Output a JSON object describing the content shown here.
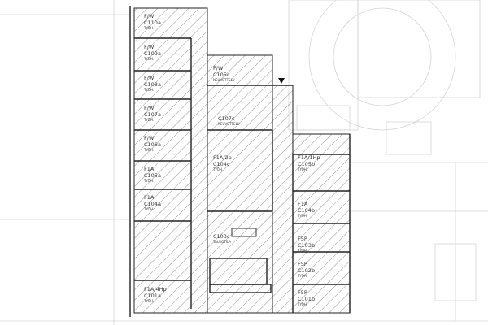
{
  "colors": {
    "line": "#222222",
    "hatch": "#555555",
    "background_lines": "#d4d4d4"
  },
  "marker": "triangle-down-marker",
  "rooms": [
    {
      "type": "F/W",
      "id": "C110a",
      "use": "TYÖH."
    },
    {
      "type": "F/W",
      "id": "C109a",
      "use": "TYÖH."
    },
    {
      "type": "F/W",
      "id": "C108a",
      "use": "TYÖH."
    },
    {
      "type": "F/W",
      "id": "C107a",
      "use": "TYÖH."
    },
    {
      "type": "F/W",
      "id": "C106a",
      "use": "TYÖH."
    },
    {
      "type": "F1A",
      "id": "C105a",
      "use": "TYÖH."
    },
    {
      "type": "F1A",
      "id": "C104a",
      "use": "TYÖH."
    },
    {
      "type": "F1A/4Hp",
      "id": "C101a",
      "use": "TYÖH."
    },
    {
      "type": "F/W",
      "id": "C105c",
      "use": "NEUVOTTELU"
    },
    {
      "type": "",
      "id": "C107c",
      "use": "NEUVOTTELU"
    },
    {
      "type": "F1A/2p",
      "id": "C104c",
      "use": "TYÖH."
    },
    {
      "type": "",
      "id": "C103c",
      "use": "TAUKOTILA"
    },
    {
      "type": "F1A/1Hp",
      "id": "C105b",
      "use": "TYÖH."
    },
    {
      "type": "F1A",
      "id": "C104b",
      "use": "TYÖH."
    },
    {
      "type": "F5P",
      "id": "C103b",
      "use": "TYÖH."
    },
    {
      "type": "F5P",
      "id": "C102b",
      "use": "TYÖH."
    },
    {
      "type": "F5P",
      "id": "C101b",
      "use": "TYÖH."
    }
  ]
}
